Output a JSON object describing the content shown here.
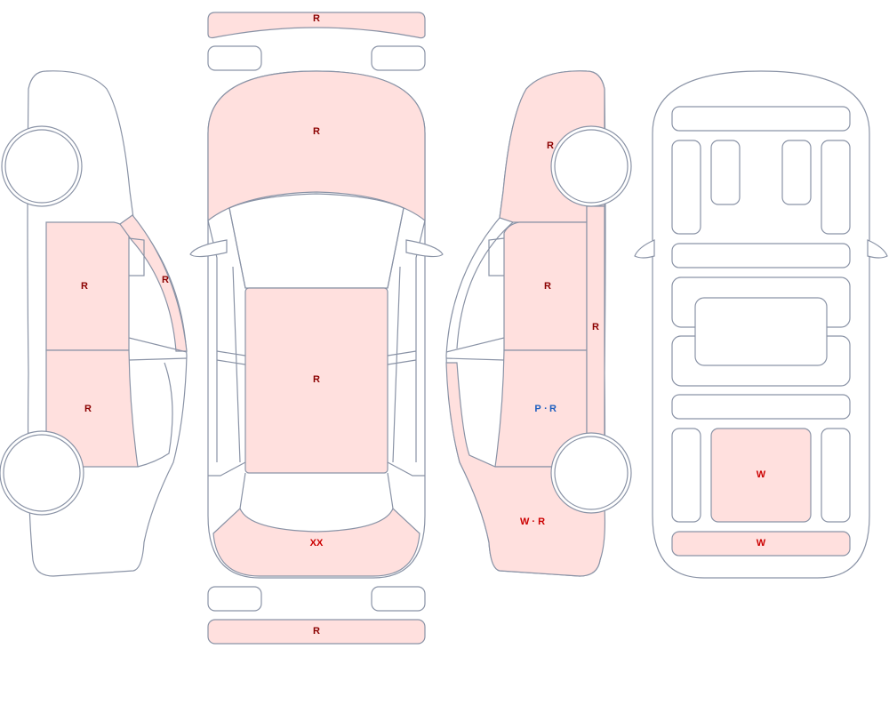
{
  "colors": {
    "damaged_fill": "#ffe0de",
    "plain_fill": "#ffffff",
    "outline": "#8a93a6",
    "code_red": "#8b0000",
    "code_bright_red": "#cc0000",
    "code_blue": "#1f5fbf"
  },
  "labels": {
    "front_bumper": "R",
    "hood": "R",
    "roof": "R",
    "trunk": "XX",
    "rear_bumper": "R",
    "left_front_door": "R",
    "left_rear_door": "R",
    "left_a_pillar": "R",
    "right_front_fender": "R",
    "right_front_door": "R",
    "right_rear_door_p": "P",
    "right_rear_door_sep": "·",
    "right_rear_door_r": "R",
    "right_rocker": "R",
    "right_rear_quarter": "W · R",
    "under_rear_panel": "W",
    "under_rear_bar": "W"
  }
}
